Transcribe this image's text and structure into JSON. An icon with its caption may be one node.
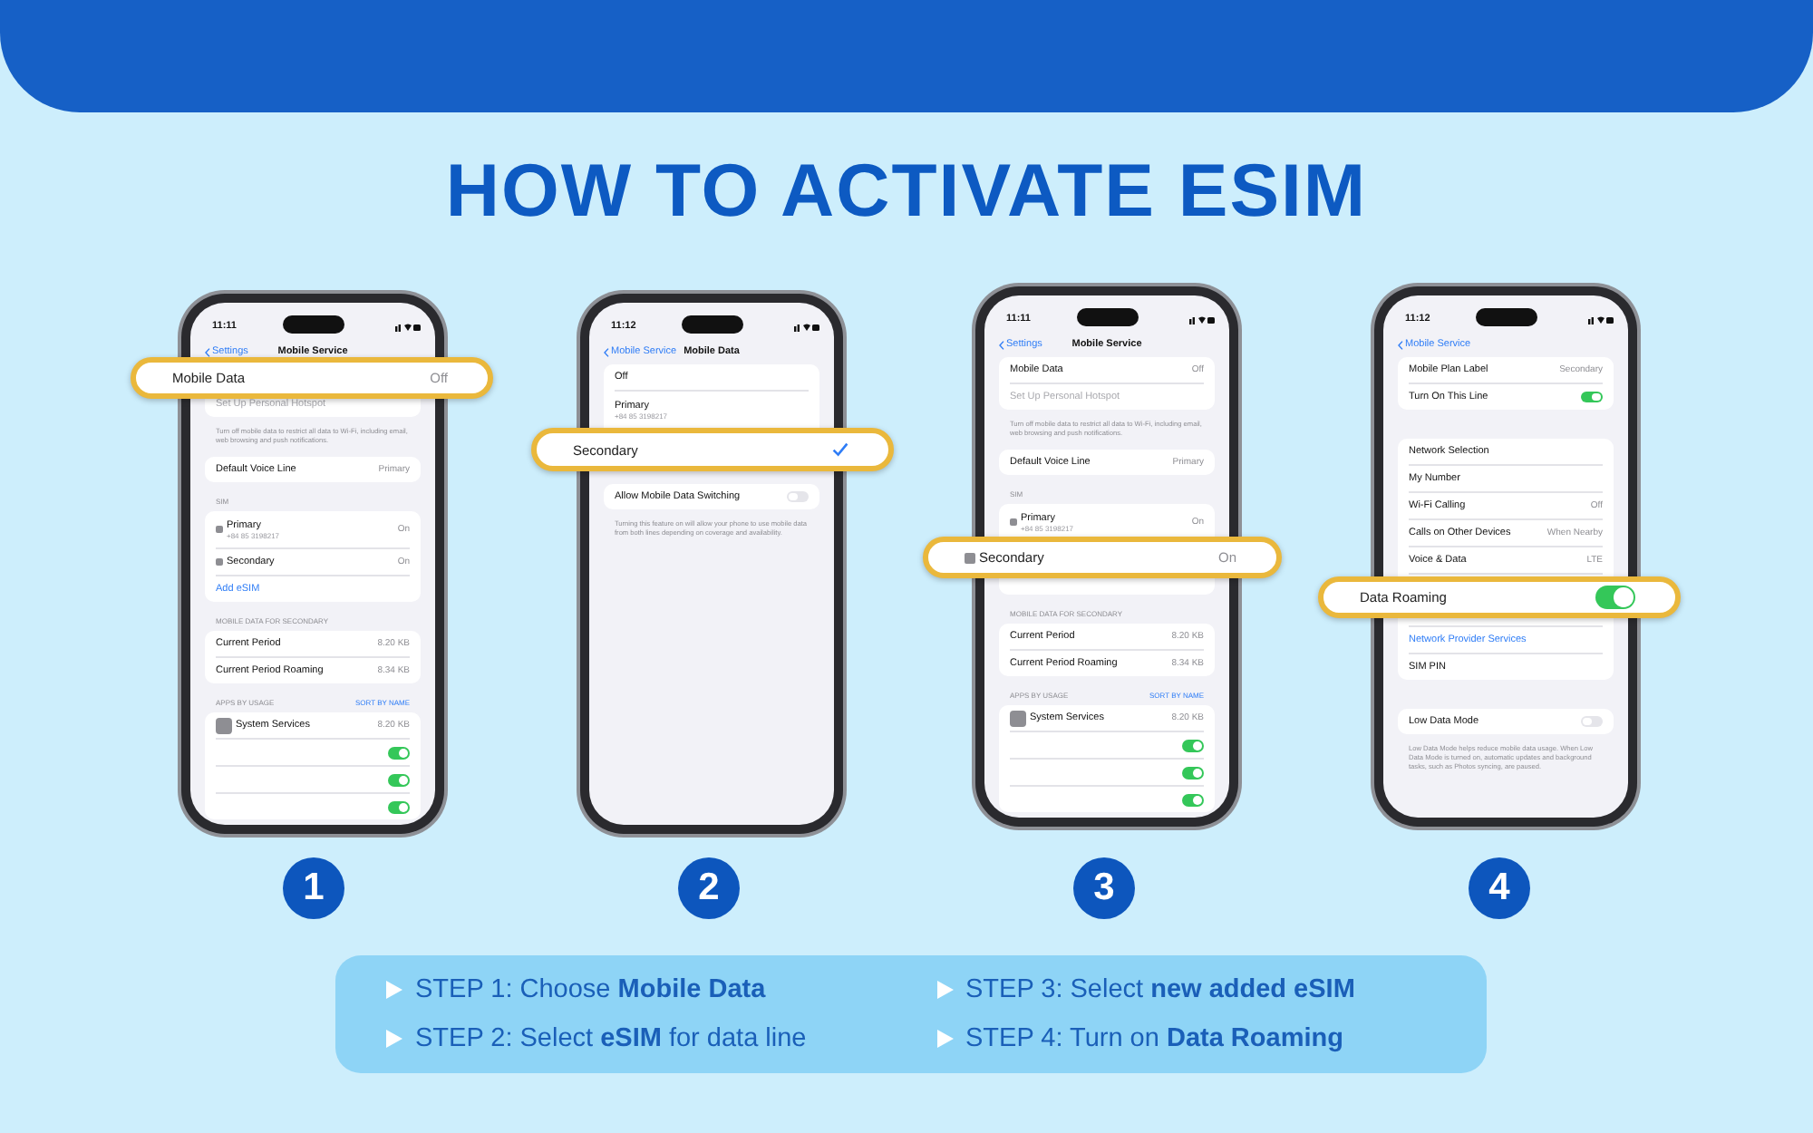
{
  "diagram": {
    "title": "HOW TO ACTIVATE ESIM",
    "nodes": [
      {
        "text": [
          "11:11",
          "Settings",
          "Mobile Service",
          "Set Up Personal Hotspot",
          "Turn off mobile data to restrict all data to Wi-Fi, including email, web browsing and push notifications.",
          "Default Voice Line",
          "Primary",
          "SIM",
          "Primary",
          "+84 85 3198217",
          "On",
          "Secondary",
          "On",
          "Add eSIM",
          "MOBILE DATA FOR SECONDARY",
          "Current Period",
          "8.20 KB",
          "Current Period Roaming",
          "8.34 KB",
          "APPS BY USAGE",
          "SORT BY NAME",
          "System Services",
          "8.20 KB"
        ]
      },
      {
        "text": [
          "Mobile Data",
          "Off"
        ]
      },
      {
        "text": [
          "1"
        ]
      },
      {
        "text": [
          "11:12",
          "Mobile Service",
          "Mobile Data",
          "Off",
          "Primary",
          "+84 85 3198217",
          "Allow Mobile Data Switching",
          "Turning this feature on will allow your phone to use mobile data from both lines depending on coverage and availability."
        ]
      },
      {
        "text": [
          "Secondary"
        ]
      },
      {
        "text": [
          "2"
        ]
      },
      {
        "text": [
          "11:11",
          "Settings",
          "Mobile Service",
          "Mobile Data",
          "Off",
          "Set Up Personal Hotspot",
          "Turn off mobile data to restrict all data to Wi-Fi, including email, web browsing and push notifications.",
          "Default Voice Line",
          "Primary",
          "SIM",
          "Primary",
          "+84 85 3198217",
          "On",
          "MOBILE DATA FOR SECONDARY",
          "Current Period",
          "8.20 KB",
          "Current Period Roaming",
          "8.34 KB",
          "APPS BY USAGE",
          "SORT BY NAME",
          "System Services",
          "8.20 KB"
        ]
      },
      {
        "text": [
          "Secondary",
          "On"
        ]
      },
      {
        "text": [
          "3"
        ]
      },
      {
        "text": [
          "11:12",
          "Mobile Service",
          "Mobile Plan Label",
          "Secondary",
          "Turn On This Line",
          "Network Selection",
          "My Number",
          "Wi-Fi Calling",
          "Off",
          "Calls on Other Devices",
          "When Nearby",
          "Voice & Data",
          "LTE",
          "Network Provider Services",
          "SIM PIN",
          "Low Data Mode",
          "Low Data Mode helps reduce mobile data usage. When Low Data Mode is turned on, automatic updates and background tasks, such as Photos syncing, are paused."
        ]
      },
      {
        "text": [
          "Data Roaming"
        ]
      },
      {
        "text": [
          "4"
        ]
      },
      {
        "text": [
          "STEP 1: Choose **Mobile Data**",
          "STEP 2: Select **eSIM** for data line",
          "STEP 3: Select **new added eSIM**",
          "STEP 4: Turn on **Data Roaming**"
        ]
      }
    ]
  }
}
